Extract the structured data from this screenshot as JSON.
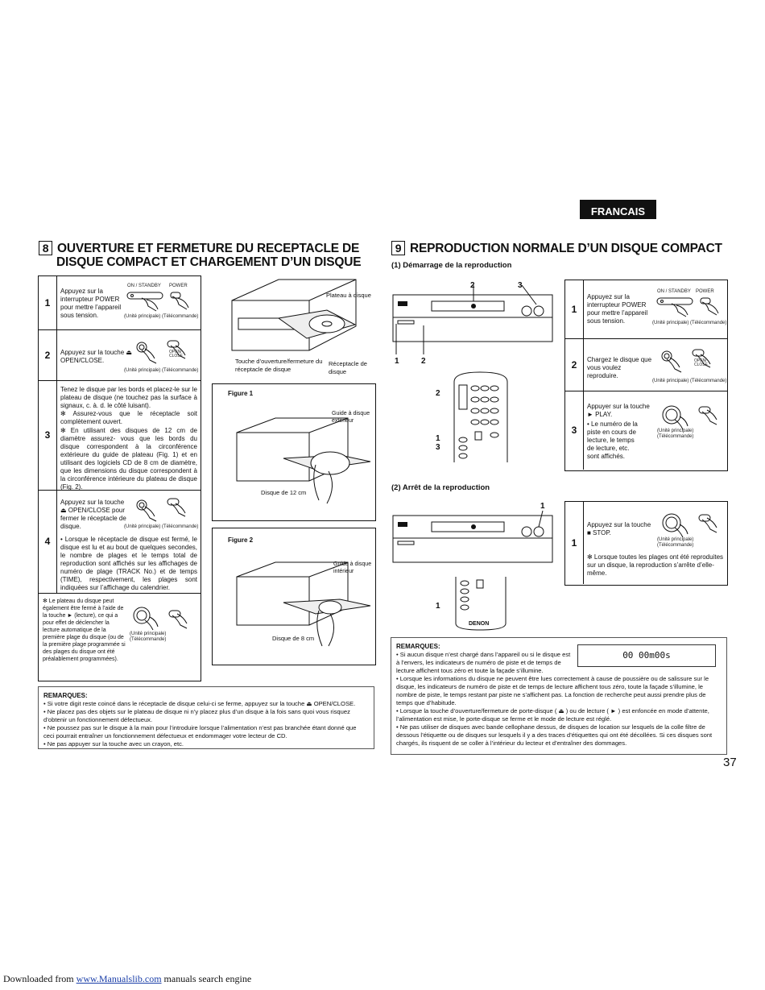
{
  "language_tab": "FRANCAIS",
  "section8": {
    "number": "8",
    "title_line1": "OUVERTURE ET FERMETURE DU RECEPTACLE DE",
    "title_line2": "DISQUE COMPACT ET CHARGEMENT D’UN DISQUE",
    "steps": [
      {
        "num": "1",
        "text": "Appuyez sur la interrupteur POWER pour mettre l’appareil sous tension.",
        "btn_label_a": "ON / STANDBY",
        "btn_label_b": "POWER",
        "caption": "(Unité principale) (Télécommande)"
      },
      {
        "num": "2",
        "text": "Appuyez sur la touche ⏏ OPEN/CLOSE.",
        "btn_label_b": "OPEN/ CLOSE",
        "caption": "(Unité principale) (Télécommande)"
      },
      {
        "num": "3",
        "text": "Tenez le disque par les bords et placez-le sur le plateau de disque (ne touchez pas la surface à signaux, c. à. d. le côté luisant).",
        "note1": "✻ Assurez-vous que le réceptacle soit complètement ouvert.",
        "note2": "✻ En utilisant des disques de 12 cm de diamètre assurez- vous que les bords du disque correspondent à la circonférence extérieure du guide de plateau (Fig. 1) et en utilisant des logiciels CD de 8 cm de diamètre, que les dimensions du disque correspondent à la circonférence intérieure du plateau de disque (Fig. 2)."
      },
      {
        "num": "4",
        "text": "Appuyez sur la touche ⏏ OPEN/CLOSE pour fermer le réceptacle de disque.",
        "caption": "(Unité principale) (Télécommande)",
        "bullet": "• Lorsque le réceptacle de disque est fermé, le disque est lu et au bout de quelques secondes, le nombre de plages et le temps total de reproduction sont affichés sur les affichages de numéro de plage (TRACK No.) et de temps (TIME), respectivement, les plages sont indiquées sur l’affichage du calendrier."
      }
    ],
    "footnote": "✻ Le plateau du disque peut également être fermé à l’aide de la touche ► (lecture), ce qui a pour effet de déclencher la lecture automatique de la première plage du disque (ou de la première plage programmée si des plages du disque ont été préalablement programmées).",
    "footnote_caption": "(Unité principale) (Télécommande)",
    "illus_labels": {
      "tray": "Plateau à disque",
      "button": "Touche d’ouverture/fermeture du réceptacle de disque",
      "receptacle": "Réceptacle de disque"
    },
    "figure1": {
      "title": "Figure 1",
      "guide": "Guide à disque extérieur",
      "disc": "Disque de 12 cm"
    },
    "figure2": {
      "title": "Figure 2",
      "guide": "Guide à disque intérieur",
      "disc": "Disque de 8 cm"
    },
    "remarks_title": "REMARQUES:",
    "remarks": [
      "• Si votre digit reste coincé dans le réceptacle de disque celui-ci se ferme, appuyez sur la touche ⏏ OPEN/CLOSE.",
      "• Ne placez pas des objets sur le plateau de disque ni n’y placez plus d’un disque à la fois sans quoi vous risquez d’obtenir un fonctionnement défectueux.",
      "• Ne poussez pas sur le disque à la main pour l’introduire lorsque l’alimentation n’est pas branchée étant donné que ceci pourrait entraîner un fonctionnement défectueux et endommager votre lecteur de CD.",
      "• Ne pas appuyer sur la touche avec un crayon, etc."
    ]
  },
  "section9": {
    "number": "9",
    "title": "REPRODUCTION NORMALE D’UN DISQUE COMPACT",
    "sub1": "(1)  Démarrage de la reproduction",
    "sub2": "(2)  Arrêt de la reproduction",
    "steps_start": [
      {
        "num": "1",
        "text": "Appuyez sur la interrupteur POWER pour mettre l’appareil sous tension.",
        "btn_label_a": "ON / STANDBY",
        "btn_label_b": "POWER",
        "caption": "(Unité principale) (Télécommande)"
      },
      {
        "num": "2",
        "text": "Chargez le disque que vous voulez reproduire.",
        "btn_label_b": "OPEN/ CLOSE",
        "caption": "(Unité principale) (Télécommande)"
      },
      {
        "num": "3",
        "text": "Appuyer sur la touche ► PLAY.",
        "bullet": "• Le numéro de la piste en cours de lecture, le temps de lecture, etc. sont affichés.",
        "caption": "(Unité principale) (Télécommande)"
      }
    ],
    "steps_stop": [
      {
        "num": "1",
        "text": "Appuyez sur la touche ■ STOP.",
        "caption": "(Unité principale) (Télécommande)",
        "note": "✻ Lorsque toutes les plages ont été reproduites sur un disque, la reproduction s’arrête d’elle-même."
      }
    ],
    "callouts_top": [
      "2",
      "3"
    ],
    "callouts_bottom": [
      "1",
      "2"
    ],
    "callouts_remote": [
      "2",
      "1",
      "3"
    ],
    "callout_stop": "1",
    "callout_stop_remote": "1",
    "remote_brand": "DENON",
    "lcd_display": "00  00m00s",
    "remarks_title": "REMARQUES:",
    "remarks": [
      "• Si aucun disque n’est chargé dans l’appareil ou si le disque est à l’envers, les indicateurs de numéro de piste et de temps de lecture affichent tous zéro et toute la façade s’illumine.",
      "• Lorsque les informations du disque ne peuvent être lues correctement à cause de poussière ou de salissure sur le disque, les indicateurs de numéro de piste et de temps de lecture affichent tous zéro, toute la façade s’illumine, le nombre de piste, le temps restant par piste ne s’affichent pas. La fonction de recherche peut aussi prendre plus de temps que d’habitude.",
      "• Lorsque la touche d’ouverture/fermeture de porte-disque ( ⏏ ) ou de lecture ( ► ) est enfoncée en mode d’attente, l’alimentation est mise, le porte-disque se ferme et le mode de lecture est réglé.",
      "• Ne pas utiliser de disques avec bande cellophane dessus, de disques de location sur lesquels de la colle filtre de dessous l’étiquette ou de disques sur lesquels il y a des traces d’étiquettes qui ont été décollées. Si ces disques sont chargés, ils risquent de se coller à l’intérieur du lecteur et d’entraîner des dommages."
    ]
  },
  "page_number": "37",
  "footer": {
    "prefix": "Downloaded from ",
    "link": "www.Manualslib.com",
    "suffix": " manuals search engine"
  }
}
